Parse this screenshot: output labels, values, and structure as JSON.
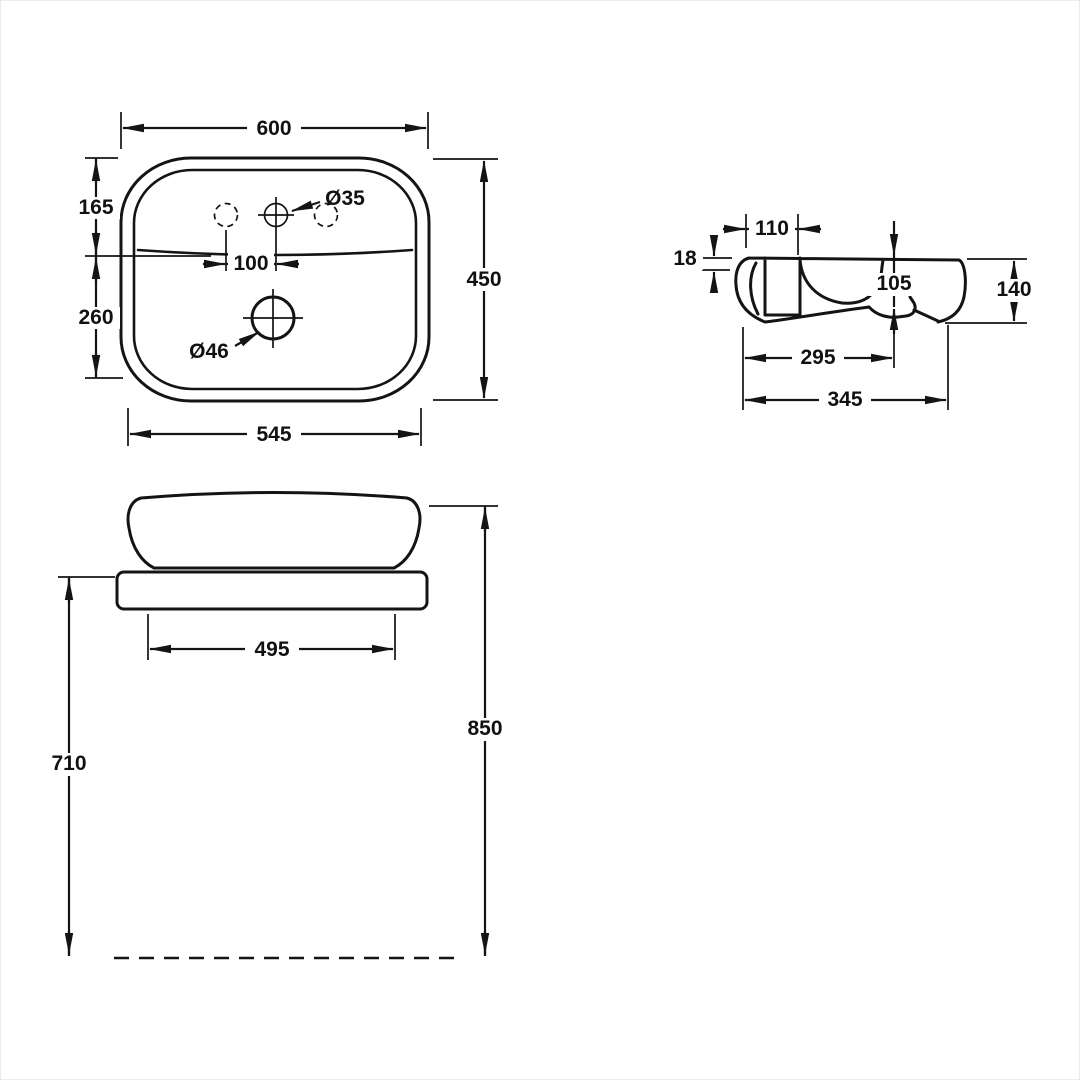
{
  "dims": {
    "plan_overall_width": "600",
    "plan_overall_depth": "450",
    "plan_rim_to_bowl": "165",
    "plan_bowl_to_front": "260",
    "plan_tap_hole_pitch": "100",
    "plan_base_width": "545",
    "tap_hole_dia": "Ø35",
    "waste_hole_dia": "Ø46",
    "side_deck_width": "110",
    "side_rim_thickness": "18",
    "side_bowl_depth": "105",
    "side_height": "140",
    "side_base_depth": "295",
    "side_overall_depth": "345",
    "front_base_width": "495",
    "front_floor_to_counter": "710",
    "front_floor_to_rim": "850"
  },
  "colors": {
    "line": "#141414",
    "background": "#ffffff"
  }
}
